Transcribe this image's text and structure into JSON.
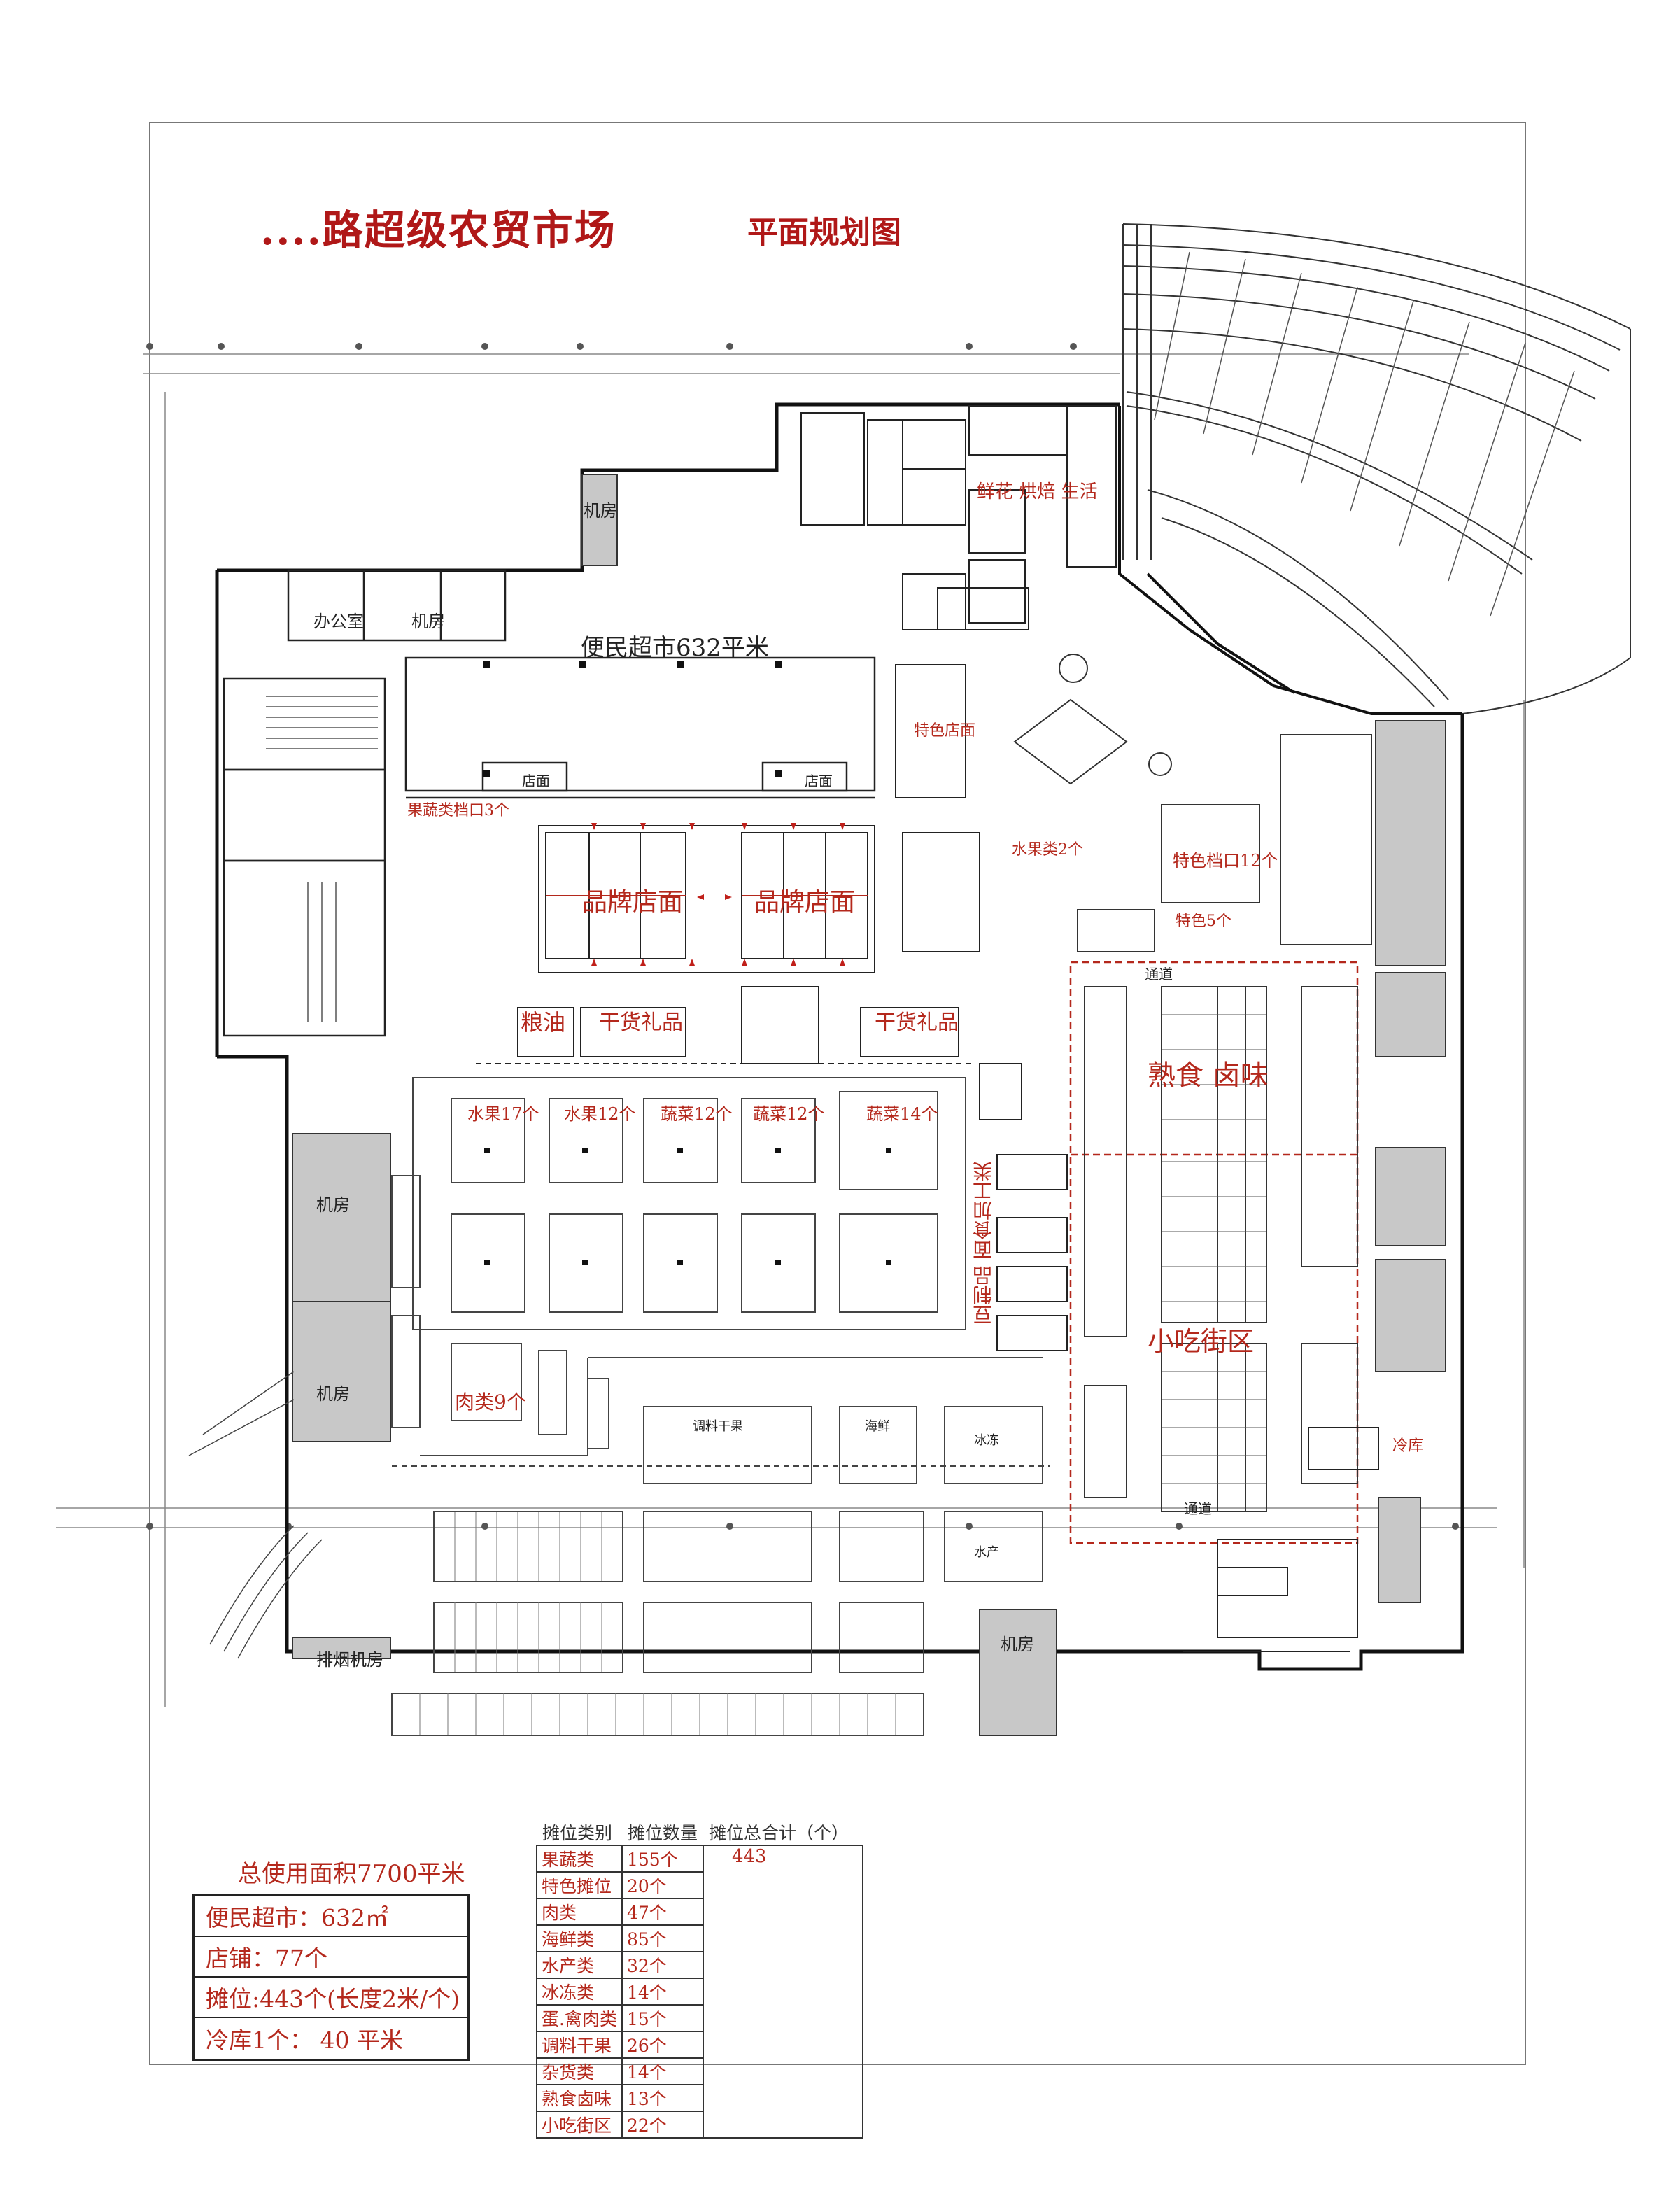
{
  "title": {
    "main": "....路超级农贸市场",
    "sub": "平面规划图"
  },
  "labels": {
    "supermarket": "便民超市632平米",
    "office": "办公室",
    "machine_room": "机房",
    "brand_store": "品牌店面",
    "fruit_veg_stalls_3": "果蔬类档口3个",
    "fruit_12": "水果12个",
    "fruit_17": "水果17个",
    "veg_12": "蔬菜12个",
    "veg_14": "蔬菜14个",
    "meat_9": "肉类9个",
    "grain_oil": "粮油",
    "dry_goods": "干货礼品",
    "deli": "熟食 卤味",
    "snack_street": "小吃街区",
    "fresh_flower": "鲜花 烘焙 生活",
    "specialty_store": "特色店面",
    "specialty_5": "特色5个",
    "specialty_stalls_12": "特色档口12个",
    "fruit_stalls_2": "水果类2个",
    "aisle": "通道",
    "cold_storage": "冷库",
    "drainage_room": "排烟机房",
    "tofu_noodle": "豆制品 面食加工类",
    "store": "店面",
    "condiment": "调料干果",
    "seafood": "海鲜",
    "aquatic": "水产",
    "frozen": "冰冻"
  },
  "summary": {
    "total_area": "总使用面积7700平米",
    "rows": [
      "便民超市：632㎡",
      "店铺：77个",
      "摊位:443个(长度2米/个)",
      "冷库1个：    40 平米"
    ]
  },
  "stall_table": {
    "headers": [
      "摊位类别",
      "摊位数量",
      "摊位总合计（个）"
    ],
    "total": "443",
    "rows": [
      {
        "category": "果蔬类",
        "count": "155个"
      },
      {
        "category": "特色摊位",
        "count": "20个"
      },
      {
        "category": "肉类",
        "count": "47个"
      },
      {
        "category": "海鲜类",
        "count": "85个"
      },
      {
        "category": "水产类",
        "count": "32个"
      },
      {
        "category": "冰冻类",
        "count": "14个"
      },
      {
        "category": "蛋.禽肉类",
        "count": "15个"
      },
      {
        "category": "调料干果",
        "count": "26个"
      },
      {
        "category": "杂货类",
        "count": "14个"
      },
      {
        "category": "熟食卤味",
        "count": "13个"
      },
      {
        "category": "小吃街区",
        "count": "22个"
      }
    ]
  },
  "colors": {
    "title_red": "#b01818",
    "label_red": "#b4281c",
    "wall": "#111111",
    "shaded_room": "#c8c8c8",
    "stall_line": "#555555",
    "dashed_zone": "#b4281c"
  }
}
